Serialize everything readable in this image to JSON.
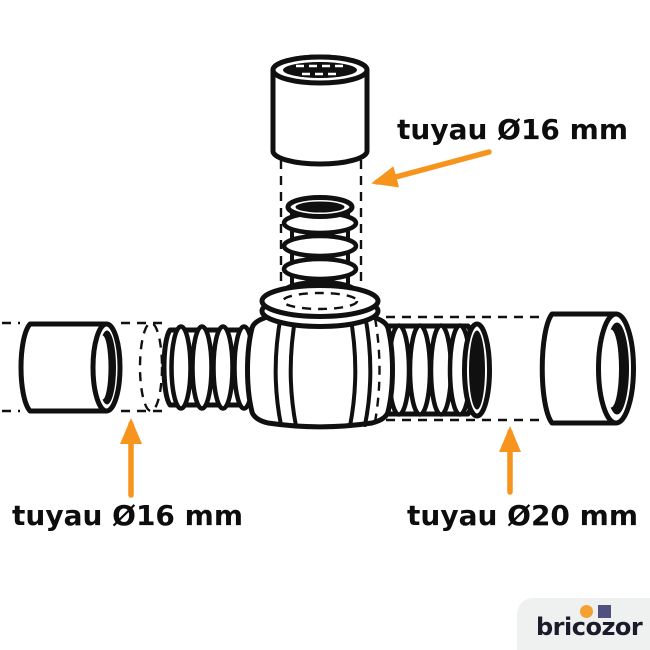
{
  "colors": {
    "background": "#ffffff",
    "line": "#101010",
    "accent_orange": "#f7941e",
    "label_text": "#0d0d0d",
    "logo_bg": "#eef1ef",
    "logo_text": "#1b1b2b",
    "logo_dot": "#f5a033",
    "logo_square": "#4f4f80"
  },
  "annotations": {
    "top_right_label": "tuyau Ø16 mm",
    "bottom_left_label": "tuyau Ø16 mm",
    "bottom_right_label": "tuyau Ø20 mm"
  },
  "logo": {
    "brand": "bricozor"
  },
  "icons": {
    "diagram": "tee-barbed-fitting-line-art",
    "arrows": "orange-pointer-arrows"
  }
}
